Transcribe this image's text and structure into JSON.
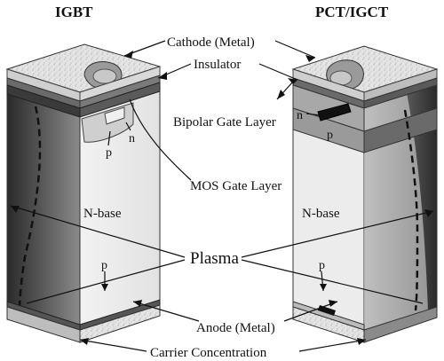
{
  "titles": {
    "left": "IGBT",
    "right": "PCT/IGCT"
  },
  "labels": {
    "cathode": "Cathode (Metal)",
    "insulator": "Insulator",
    "bipolar_gate": "Bipolar Gate Layer",
    "mos_gate": "MOS Gate Layer",
    "plasma": "Plasma",
    "anode": "Anode (Metal)",
    "carrier": "Carrier Concentration",
    "nbase_left": "N-base",
    "nbase_right": "N-base",
    "p_left_top": "p",
    "n_left_top": "n",
    "p_left_bottom": "p",
    "n_right_top": "n",
    "p_right_top": "p",
    "p_right_bottom": "p"
  }
}
